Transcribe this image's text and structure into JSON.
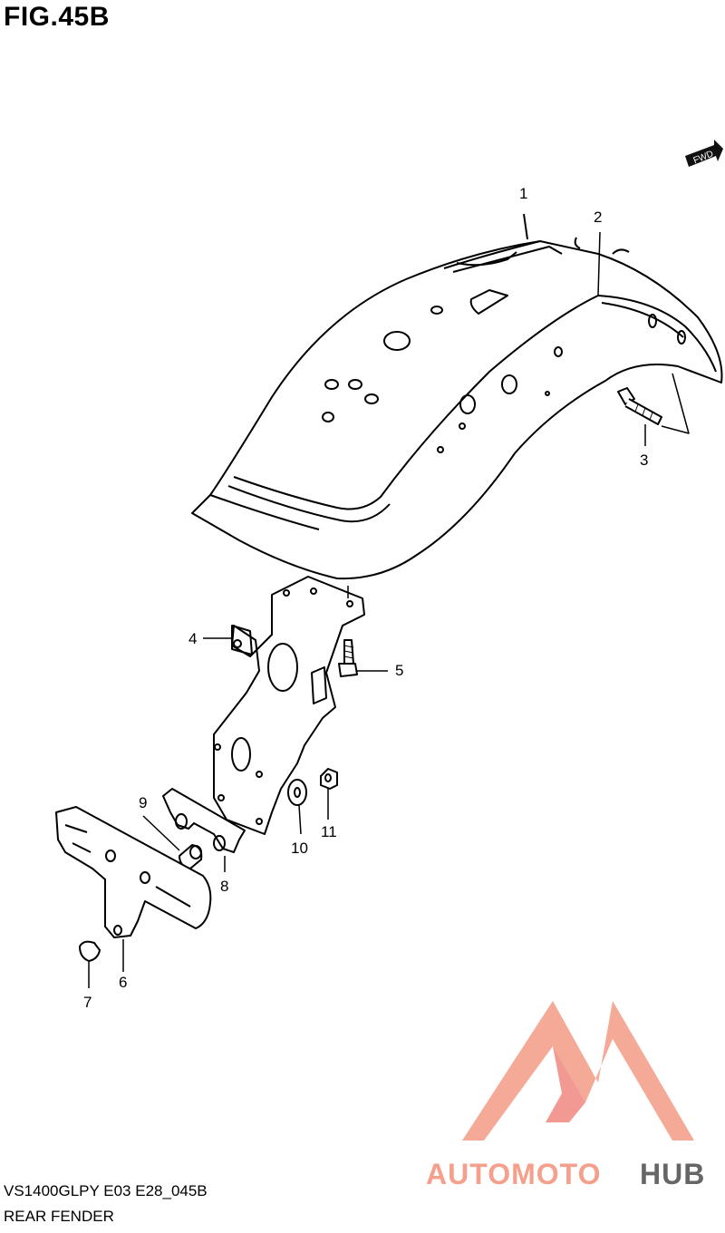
{
  "figure": {
    "title": "FIG.45B"
  },
  "direction_marker": {
    "label": "FWD"
  },
  "callouts": [
    "1",
    "2",
    "3",
    "4",
    "5",
    "6",
    "7",
    "8",
    "9",
    "10",
    "11"
  ],
  "footer": {
    "model_code": "VS1400GLPY E03 E28_045B",
    "section_name": "REAR FENDER"
  },
  "watermark": {
    "text": "AUTOMOTOHUB",
    "part_a": "AUTOMOTO",
    "part_b": "HUB"
  },
  "colors": {
    "logo_primary": "#f4a08c",
    "logo_accent": "#e8554a",
    "logo_dark": "#666666"
  }
}
